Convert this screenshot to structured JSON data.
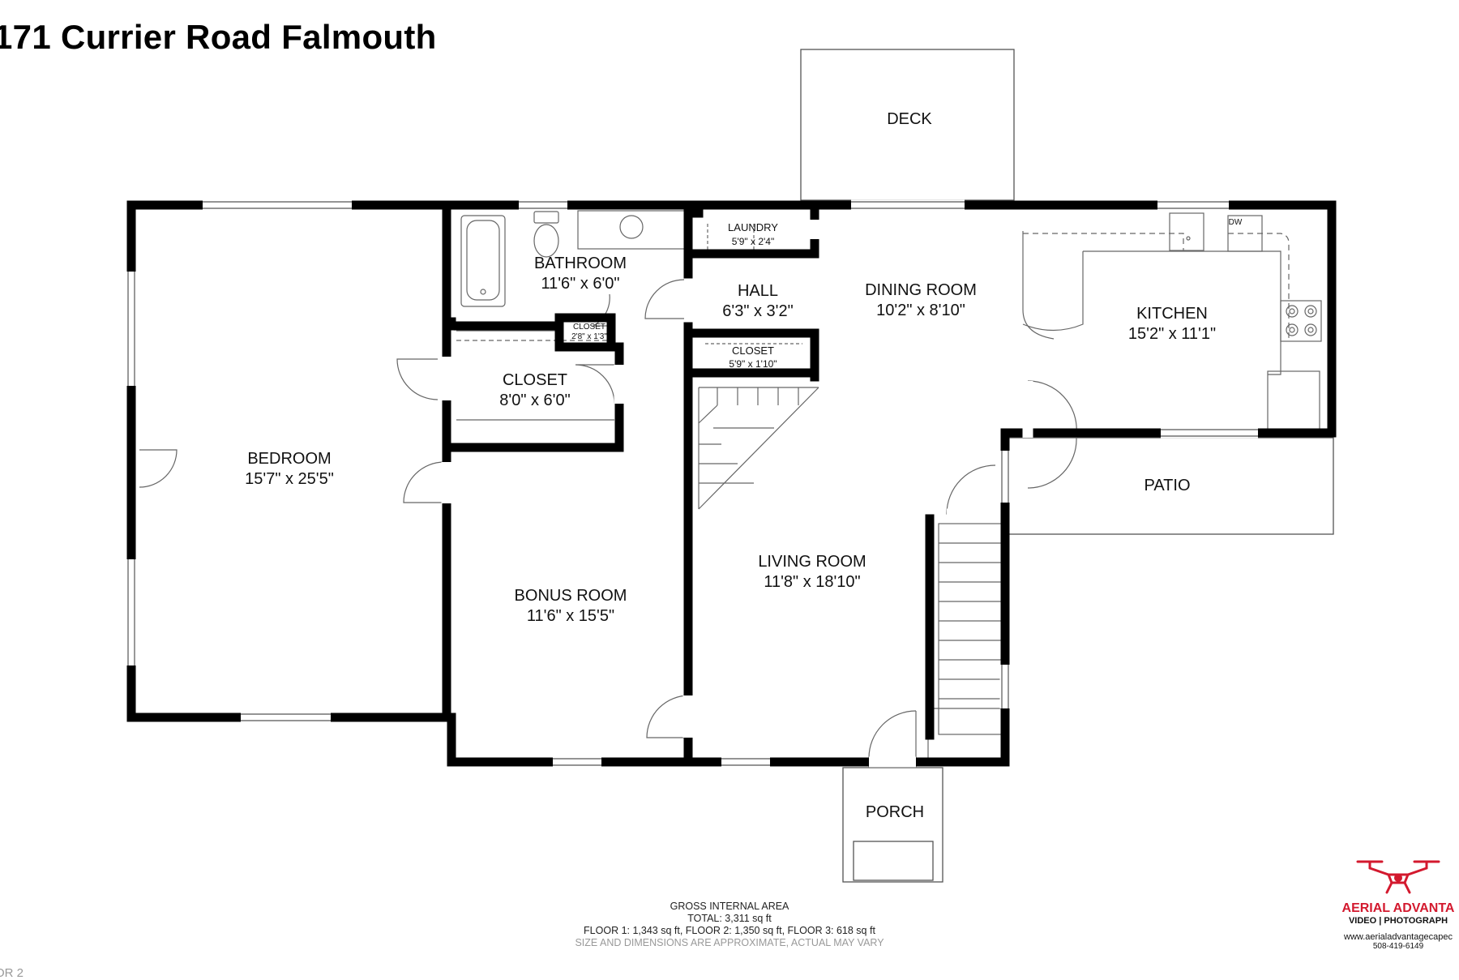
{
  "title": "171 Currier Road Falmouth",
  "rooms": {
    "deck": {
      "name": "DECK"
    },
    "laundry": {
      "name": "LAUNDRY",
      "dims": "5'9\" x 2'4\""
    },
    "bathroom": {
      "name": "BATHROOM",
      "dims": "11'6\" x 6'0\""
    },
    "hall": {
      "name": "HALL",
      "dims": "6'3\" x 3'2\""
    },
    "dining_room": {
      "name": "DINING ROOM",
      "dims": "10'2\" x 8'10\""
    },
    "kitchen": {
      "name": "KITCHEN",
      "dims": "15'2\" x 11'1\""
    },
    "small_closet": {
      "name": "CLOSET",
      "dims": "2'8\" x 1'3\""
    },
    "hall_closet": {
      "name": "CLOSET",
      "dims": "5'9\" x 1'10\""
    },
    "closet": {
      "name": "CLOSET",
      "dims": "8'0\" x 6'0\""
    },
    "bedroom": {
      "name": "BEDROOM",
      "dims": "15'7\" x 25'5\""
    },
    "patio": {
      "name": "PATIO"
    },
    "bonus_room": {
      "name": "BONUS ROOM",
      "dims": "11'6\" x 15'5\""
    },
    "living_room": {
      "name": "LIVING ROOM",
      "dims": "11'8\" x 18'10\""
    },
    "porch": {
      "name": "PORCH"
    }
  },
  "appliance_labels": {
    "dishwasher": "DW"
  },
  "area": {
    "heading": "GROSS INTERNAL AREA",
    "total": "TOTAL: 3,311 sq ft",
    "floors": "FLOOR 1: 1,343 sq ft, FLOOR 2: 1,350 sq ft, FLOOR 3: 618 sq ft",
    "disclaimer": "SIZE AND DIMENSIONS ARE APPROXIMATE, ACTUAL MAY VARY"
  },
  "floor_label": "OR 2",
  "logo": {
    "brand": "AERIAL ADVANTA",
    "tagline": "VIDEO | PHOTOGRAPH",
    "website": "www.aerialadvantagecapec",
    "phone": "508-419-6149",
    "icon": "drone-icon",
    "color": "#d3192e"
  },
  "colors": {
    "wall": "#000000",
    "fixture": "#555555",
    "background": "#ffffff"
  }
}
